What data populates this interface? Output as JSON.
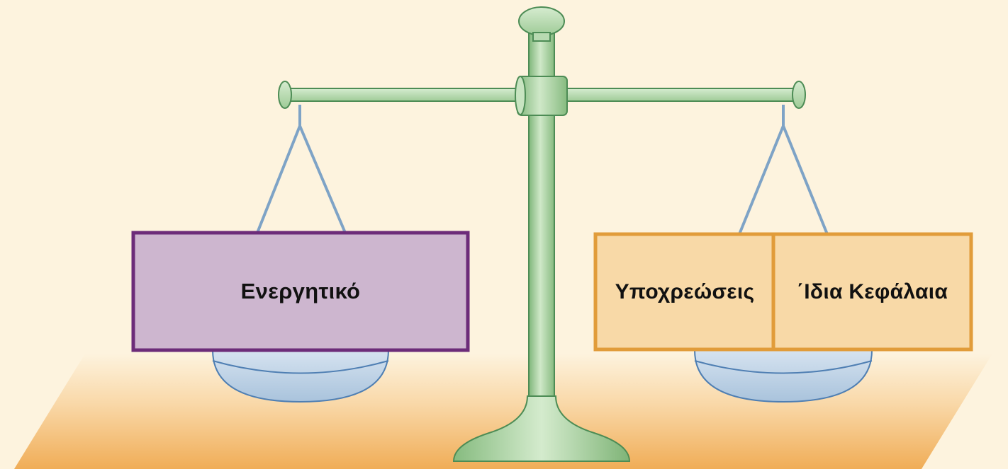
{
  "diagram": {
    "type": "balance-scale",
    "left_pan": {
      "label": "Ενεργητικό",
      "fill_color": "#cdb6cf",
      "border_color": "#6c2c79"
    },
    "right_pan": {
      "labels": [
        "Υποχρεώσεις",
        "΄Ιδια Κεφάλαια"
      ],
      "fill_color": "#f8d9a7",
      "border_color": "#e19c3a"
    },
    "colors": {
      "background": "#fdf3de",
      "floor": "#f2b463",
      "scale_metal": "#a9d1a1",
      "scale_outline": "#4d8c55",
      "pan_dish": "#b7cde3",
      "strings": "#7ea3c6"
    }
  }
}
